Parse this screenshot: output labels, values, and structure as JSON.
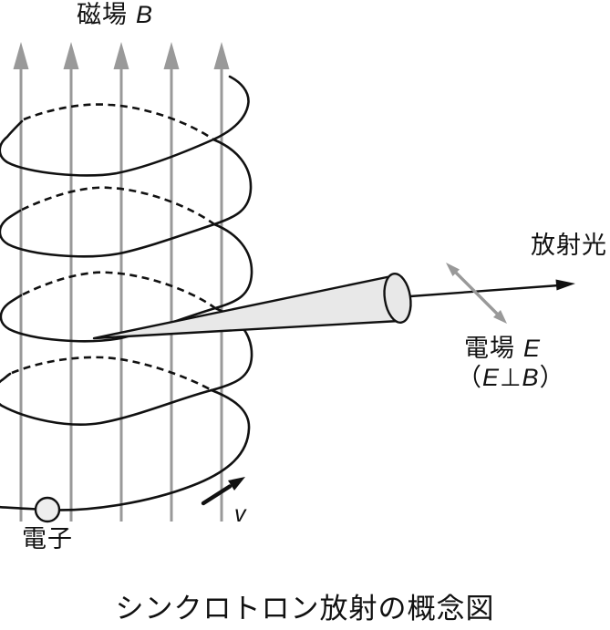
{
  "figure": {
    "caption": "シンクロトロン放射の概念図",
    "labels": {
      "magnetic_field_cjk": "磁場",
      "magnetic_field_symbol": "B",
      "radiation_light": "放射光",
      "electric_field_cjk": "電場",
      "electric_field_symbol": "E",
      "perp_open": "（",
      "perp_e": "E",
      "perp_sign": "⊥",
      "perp_b": "B",
      "perp_close": "）",
      "electron": "電子",
      "velocity_symbol": "v"
    },
    "colors": {
      "ink": "#111111",
      "field_gray": "#999999",
      "cone_fill": "#e8e8e8",
      "electron_fill": "#eeeeee",
      "background": "#ffffff"
    }
  }
}
